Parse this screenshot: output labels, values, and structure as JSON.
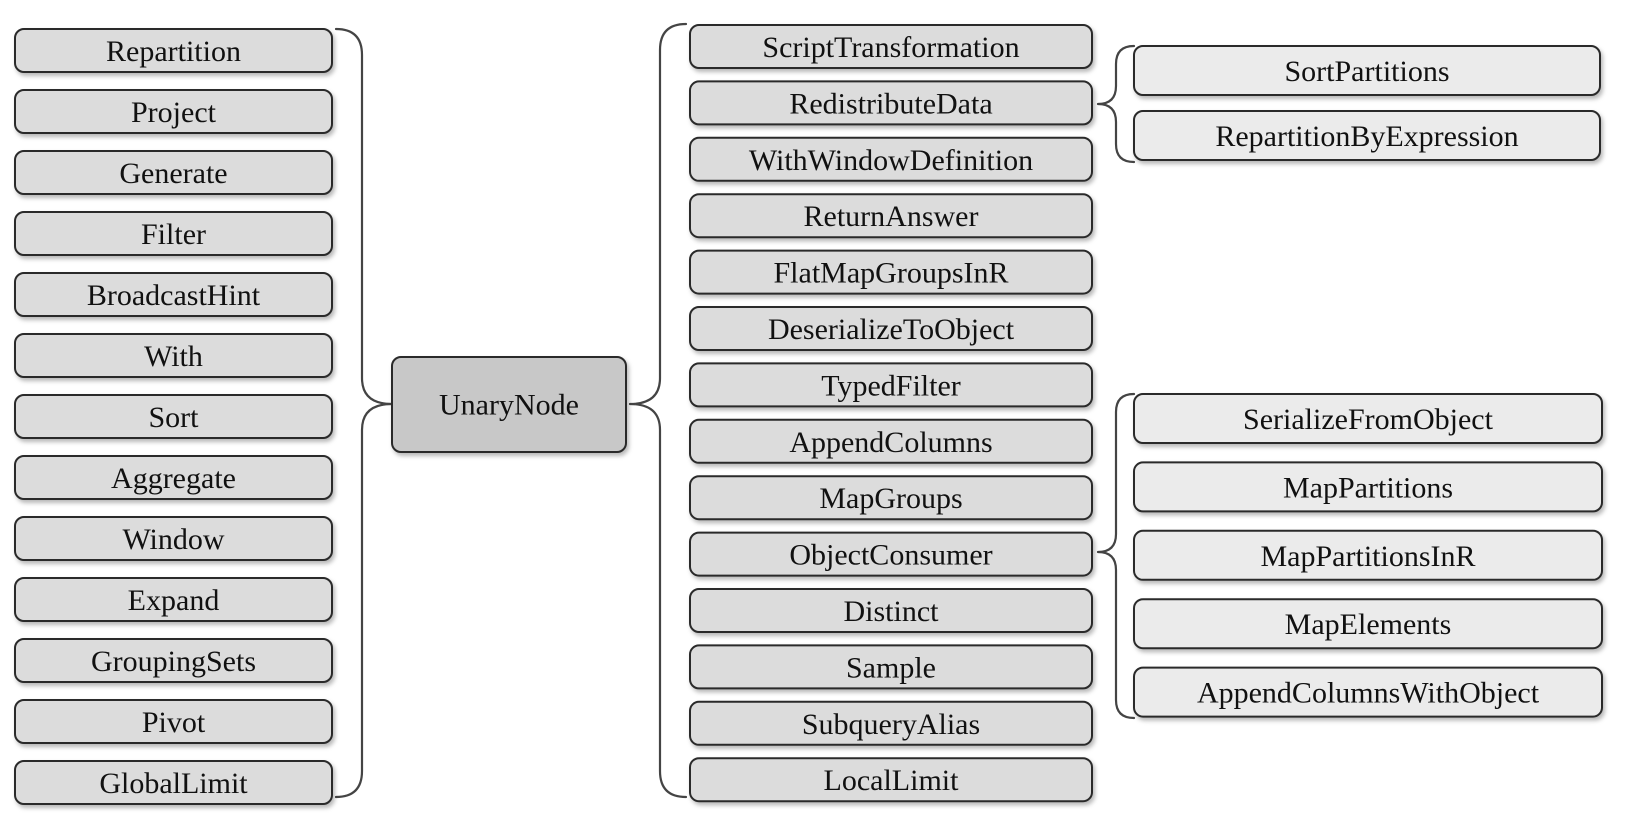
{
  "center": {
    "label": "UnaryNode"
  },
  "left_nodes": [
    "Repartition",
    "Project",
    "Generate",
    "Filter",
    "BroadcastHint",
    "With",
    "Sort",
    "Aggregate",
    "Window",
    "Expand",
    "GroupingSets",
    "Pivot",
    "GlobalLimit"
  ],
  "right_nodes": [
    "ScriptTransformation",
    "RedistributeData",
    "WithWindowDefinition",
    "ReturnAnswer",
    "FlatMapGroupsInR",
    "DeserializeToObject",
    "TypedFilter",
    "AppendColumns",
    "MapGroups",
    "ObjectConsumer",
    "Distinct",
    "Sample",
    "SubqueryAlias",
    "LocalLimit"
  ],
  "redistribute_children": {
    "parent": "RedistributeData",
    "nodes": [
      "SortPartitions",
      "RepartitionByExpression"
    ]
  },
  "consumer_children": {
    "parent": "ObjectConsumer",
    "nodes": [
      "SerializeFromObject",
      "MapPartitions",
      "MapPartitionsInR",
      "MapElements",
      "AppendColumnsWithObject"
    ]
  }
}
